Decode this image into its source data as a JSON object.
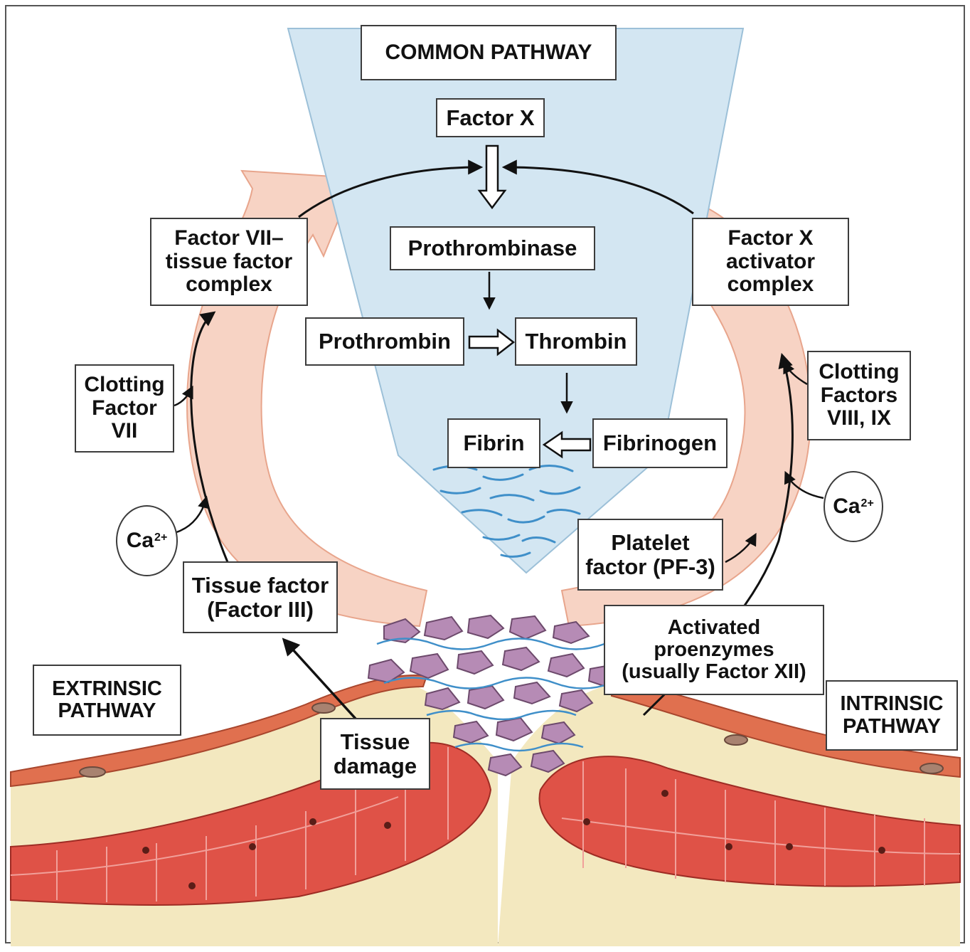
{
  "labels": {
    "common_pathway": "COMMON PATHWAY",
    "factor_x": "Factor X",
    "prothrombinase": "Prothrombinase",
    "prothrombin": "Prothrombin",
    "thrombin": "Thrombin",
    "fibrin": "Fibrin",
    "fibrinogen": "Fibrinogen",
    "factor_vii_tf_complex": "Factor VII–\ntissue factor\ncomplex",
    "factor_x_activator_complex": "Factor X\nactivator\ncomplex",
    "clotting_factor_vii": "Clotting\nFactor\nVII",
    "clotting_factors_viii_ix": "Clotting\nFactors\nVIII, IX",
    "ca_base": "Ca",
    "ca_charge": "2+",
    "tissue_factor": "Tissue factor\n(Factor III)",
    "platelet_factor": "Platelet\nfactor (PF-3)",
    "activated_proenzymes": "Activated\nproenzymes\n(usually Factor XII)",
    "extrinsic_pathway": "EXTRINSIC\nPATHWAY",
    "intrinsic_pathway": "INTRINSIC\nPATHWAY",
    "tissue_damage": "Tissue\ndamage"
  },
  "colors": {
    "funnel_fill": "#d3e6f2",
    "funnel_stroke": "#9cc0d8",
    "pathway_band": "#f7d3c4",
    "pathway_band_stroke": "#e8a58c",
    "vessel_endothelium": "#e0704f",
    "connective_tissue": "#f3e8bf",
    "muscle_cells": "#df5247",
    "platelet": "#b68bb5",
    "fibrin_thread": "#3f8fc9",
    "arrow": "#111111"
  }
}
